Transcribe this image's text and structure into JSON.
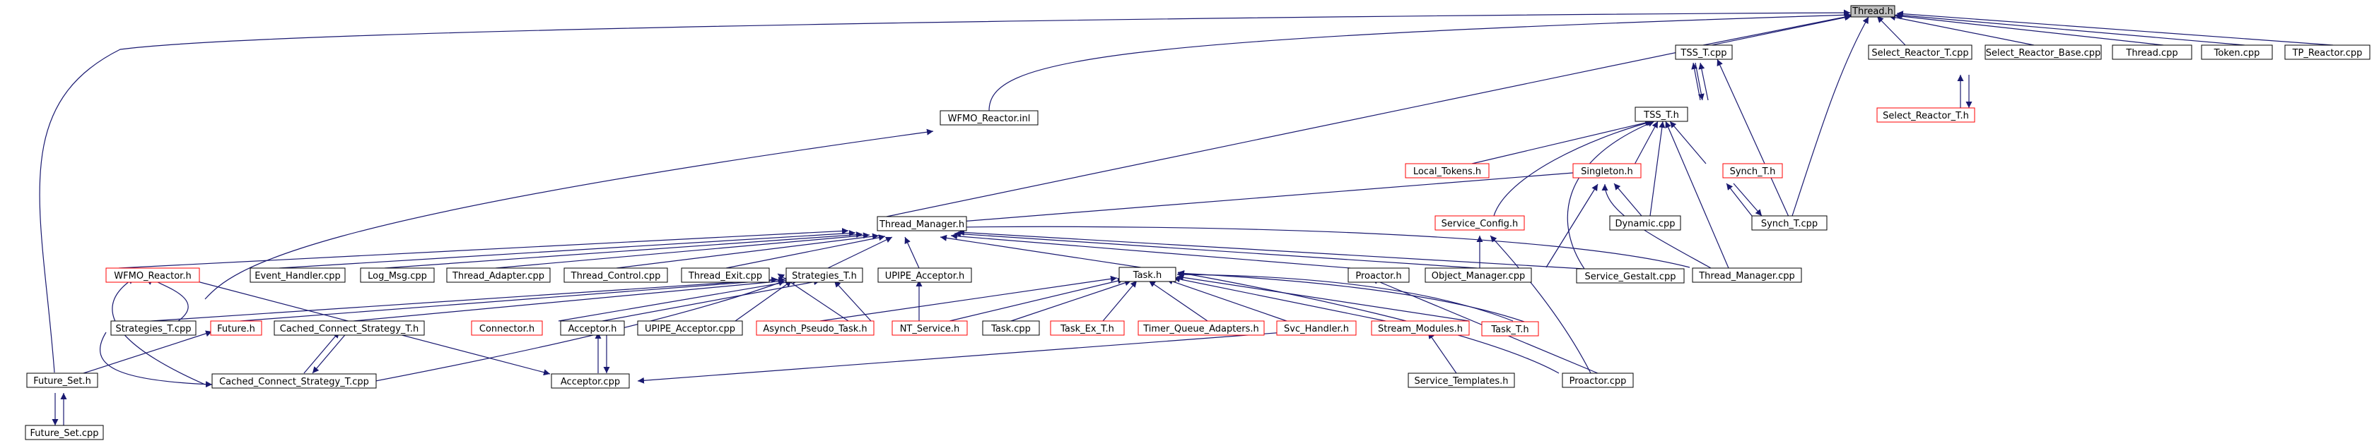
{
  "colors": {
    "edge": "#191970",
    "node_border": "#000000",
    "node_border_incomplete": "#ff0000",
    "root_fill": "#bfbfbf",
    "node_fill": "#ffffff",
    "text": "#000000"
  },
  "nodes": {
    "thread_h": "Thread.h",
    "tss_t_cpp": "TSS_T.cpp",
    "select_reactor_t_cpp": "Select_Reactor_T.cpp",
    "select_reactor_base_cpp": "Select_Reactor_Base.cpp",
    "thread_cpp": "Thread.cpp",
    "token_cpp": "Token.cpp",
    "tp_reactor_cpp": "TP_Reactor.cpp",
    "wfmo_reactor_inl": "WFMO_Reactor.inl",
    "tss_t_h": "TSS_T.h",
    "select_reactor_t_h": "Select_Reactor_T.h",
    "local_tokens_h": "Local_Tokens.h",
    "singleton_h": "Singleton.h",
    "synch_t_h": "Synch_T.h",
    "service_config_h": "Service_Config.h",
    "dynamic_cpp": "Dynamic.cpp",
    "synch_t_cpp": "Synch_T.cpp",
    "thread_manager_h": "Thread_Manager.h",
    "wfmo_reactor_h": "WFMO_Reactor.h",
    "event_handler_cpp": "Event_Handler.cpp",
    "log_msg_cpp": "Log_Msg.cpp",
    "thread_adapter_cpp": "Thread_Adapter.cpp",
    "thread_control_cpp": "Thread_Control.cpp",
    "thread_exit_cpp": "Thread_Exit.cpp",
    "strategies_t_h": "Strategies_T.h",
    "upipe_acceptor_h": "UPIPE_Acceptor.h",
    "task_h": "Task.h",
    "proactor_h": "Proactor.h",
    "object_manager_cpp": "Object_Manager.cpp",
    "service_gestalt_cpp": "Service_Gestalt.cpp",
    "thread_manager_cpp": "Thread_Manager.cpp",
    "strategies_t_cpp": "Strategies_T.cpp",
    "future_h": "Future.h",
    "cached_connect_strategy_t_h": "Cached_Connect_Strategy_T.h",
    "connector_h": "Connector.h",
    "acceptor_h": "Acceptor.h",
    "upipe_acceptor_cpp": "UPIPE_Acceptor.cpp",
    "asynch_pseudo_task_h": "Asynch_Pseudo_Task.h",
    "nt_service_h": "NT_Service.h",
    "task_cpp": "Task.cpp",
    "task_ex_t_h": "Task_Ex_T.h",
    "timer_queue_adapters_h": "Timer_Queue_Adapters.h",
    "svc_handler_h": "Svc_Handler.h",
    "stream_modules_h": "Stream_Modules.h",
    "task_t_h": "Task_T.h",
    "future_set_h": "Future_Set.h",
    "cached_connect_strategy_t_cpp": "Cached_Connect_Strategy_T.cpp",
    "acceptor_cpp": "Acceptor.cpp",
    "service_templates_h": "Service_Templates.h",
    "proactor_cpp": "Proactor.cpp",
    "future_set_cpp": "Future_Set.cpp"
  }
}
